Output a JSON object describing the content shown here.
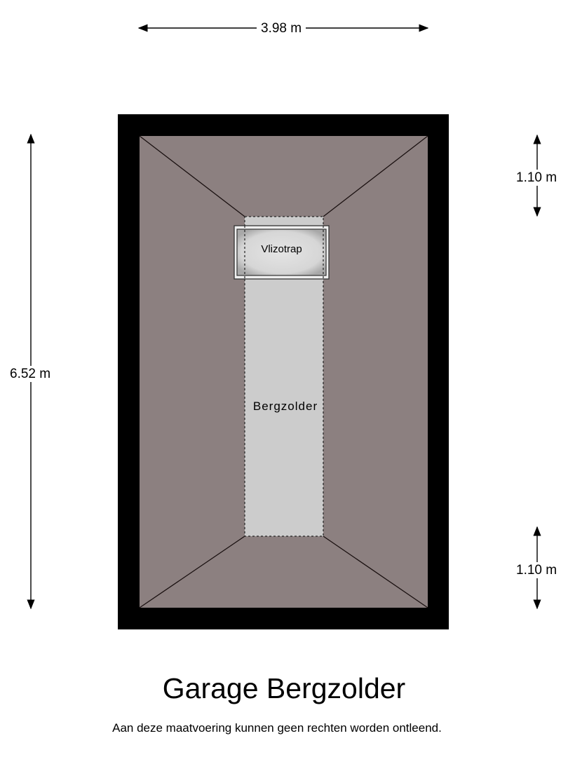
{
  "plan": {
    "title": "Garage Bergzolder",
    "disclaimer": "Aan deze maatvoering kunnen geen rechten worden ontleend.",
    "colors": {
      "wall": "#000000",
      "roof_slope": "#8c8080",
      "floor_light": "#cccccc",
      "hatch": "#e0e0e0",
      "background": "#ffffff"
    }
  },
  "dimensions": {
    "width": "3.98 m",
    "depth": "6.52 m",
    "top_offset": "1.10 m",
    "bottom_offset": "1.10 m"
  },
  "rooms": {
    "vlizotrap": "Vlizotrap",
    "bergzolder": "Bergzolder"
  }
}
